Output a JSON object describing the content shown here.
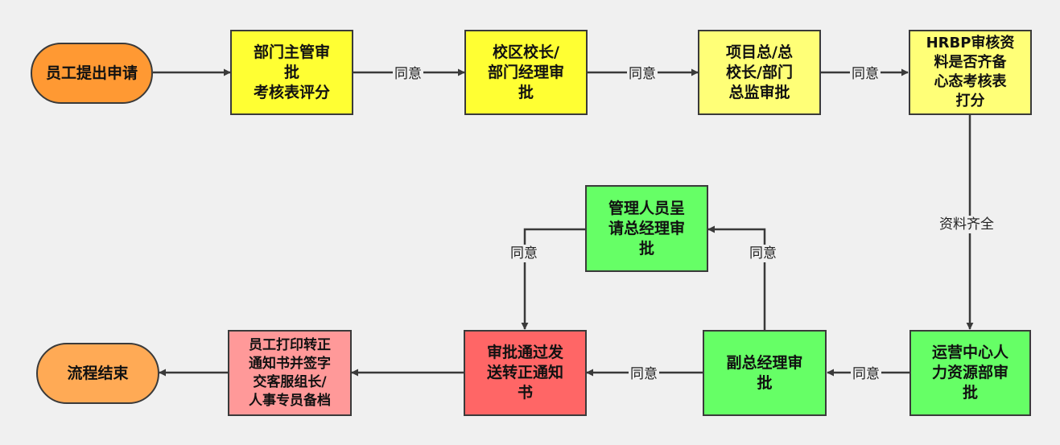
{
  "nodes": {
    "start": "员工提出申请",
    "dept_manager": "部门主管审\n批\n考核表评分",
    "principal": "校区校长/\n部门经理审\n批",
    "project_director": "项目总/总\n校长/部门\n总监审批",
    "hrbp": "HRBP审核资\n料是否齐备\n心态考核表\n打分",
    "ops_hr": "运营中心人\n力资源部审\n批",
    "deputy_gm": "副总经理审\n批",
    "manager_gm": "管理人员呈\n请总经理审\n批",
    "approved_notice": "审批通过发\n送转正通知\n书",
    "employee_print": "员工打印转正\n通知书并签字\n交客服组长/\n人事专员备档",
    "end": "流程结束"
  },
  "edges": {
    "e1": "",
    "e2": "同意",
    "e3": "同意",
    "e4": "同意",
    "e5": "资料齐全",
    "e6": "同意",
    "e7": "同意",
    "e8": "同意",
    "e9": "同意",
    "e10": "",
    "e11": ""
  },
  "colors": {
    "yellow": "#ffff33",
    "light_yellow": "#ffff77",
    "green": "#66ff66",
    "red": "#ff6666",
    "pink": "#ff9999",
    "orange": "#ff9933"
  }
}
